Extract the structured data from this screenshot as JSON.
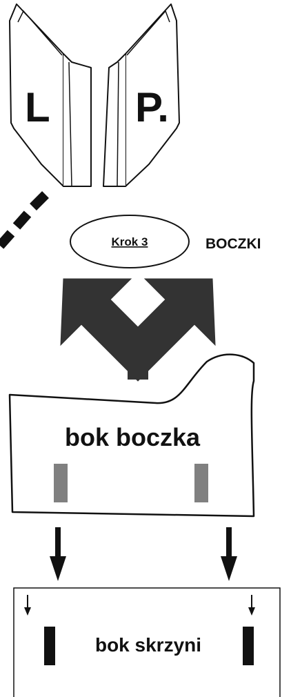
{
  "panels": {
    "left_letter": "L",
    "right_letter": "P."
  },
  "step": {
    "label": "Krok 3",
    "title": "BOCZKI"
  },
  "side_piece": {
    "label": "bok boczka"
  },
  "box_side": {
    "label": "bok skrzyni"
  },
  "colors": {
    "outline": "#111111",
    "dark_arrow": "#333333",
    "grey_slot": "#808080",
    "black_slot": "#111111"
  }
}
